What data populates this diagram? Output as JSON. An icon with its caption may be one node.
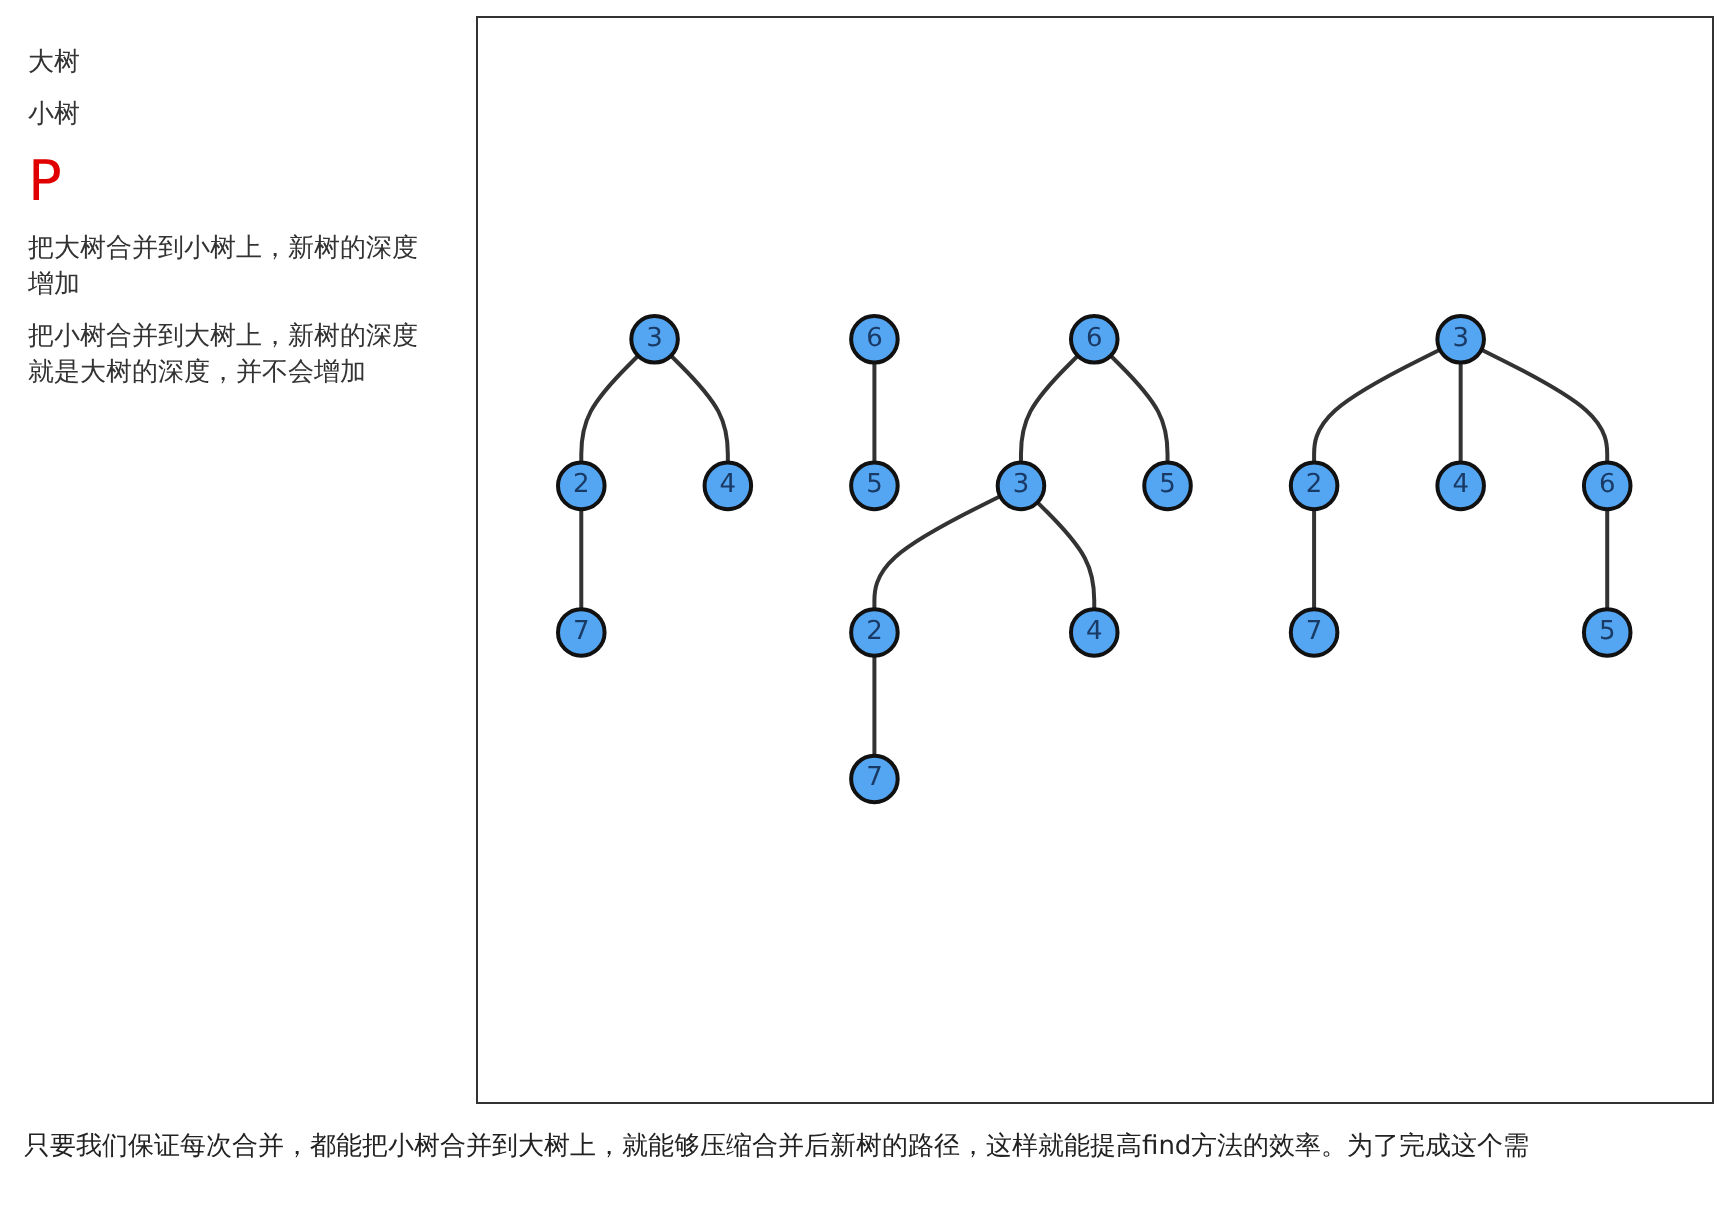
{
  "diagram": {
    "caption": "只要我们保证每次合并，都能把小树合并到大树上，就能够压缩合并后新树的路径，这样就能提高find方法的效率。为了完成这个需",
    "nodes": [
      {
        "text": [
          "3"
        ]
      },
      {
        "text": [
          "2"
        ]
      },
      {
        "text": [
          "4"
        ]
      },
      {
        "text": [
          "7"
        ]
      },
      {
        "text": [
          "6"
        ]
      },
      {
        "text": [
          "5"
        ]
      },
      {
        "text": [
          "6"
        ]
      },
      {
        "text": [
          "3"
        ]
      },
      {
        "text": [
          "5"
        ]
      },
      {
        "text": [
          "2"
        ]
      },
      {
        "text": [
          "4"
        ]
      },
      {
        "text": [
          "7"
        ]
      },
      {
        "text": [
          "3"
        ]
      },
      {
        "text": [
          "2"
        ]
      },
      {
        "text": [
          "4"
        ]
      },
      {
        "text": [
          "6"
        ]
      },
      {
        "text": [
          "7"
        ]
      },
      {
        "text": [
          "5"
        ]
      }
    ],
    "edges": [
      {
        "from": 0,
        "to": 1,
        "arrow": "none"
      },
      {
        "from": 0,
        "to": 2,
        "arrow": "none"
      },
      {
        "from": 1,
        "to": 3,
        "arrow": "none"
      },
      {
        "from": 4,
        "to": 5,
        "arrow": "none"
      },
      {
        "from": 6,
        "to": 7,
        "arrow": "none"
      },
      {
        "from": 6,
        "to": 8,
        "arrow": "none"
      },
      {
        "from": 7,
        "to": 9,
        "arrow": "none"
      },
      {
        "from": 7,
        "to": 10,
        "arrow": "none"
      },
      {
        "from": 9,
        "to": 11,
        "arrow": "none"
      },
      {
        "from": 12,
        "to": 13,
        "arrow": "none"
      },
      {
        "from": 12,
        "to": 14,
        "arrow": "none"
      },
      {
        "from": 12,
        "to": 15,
        "arrow": "none"
      },
      {
        "from": 13,
        "to": 16,
        "arrow": "none"
      },
      {
        "from": 15,
        "to": 17,
        "arrow": "none"
      }
    ],
    "labels": [
      "大树",
      "小树",
      "P",
      "把大树合并到小树上，新树的深度增加",
      "把小树合并到大树上，新树的深度就是大树的深度，并不会增加"
    ]
  }
}
